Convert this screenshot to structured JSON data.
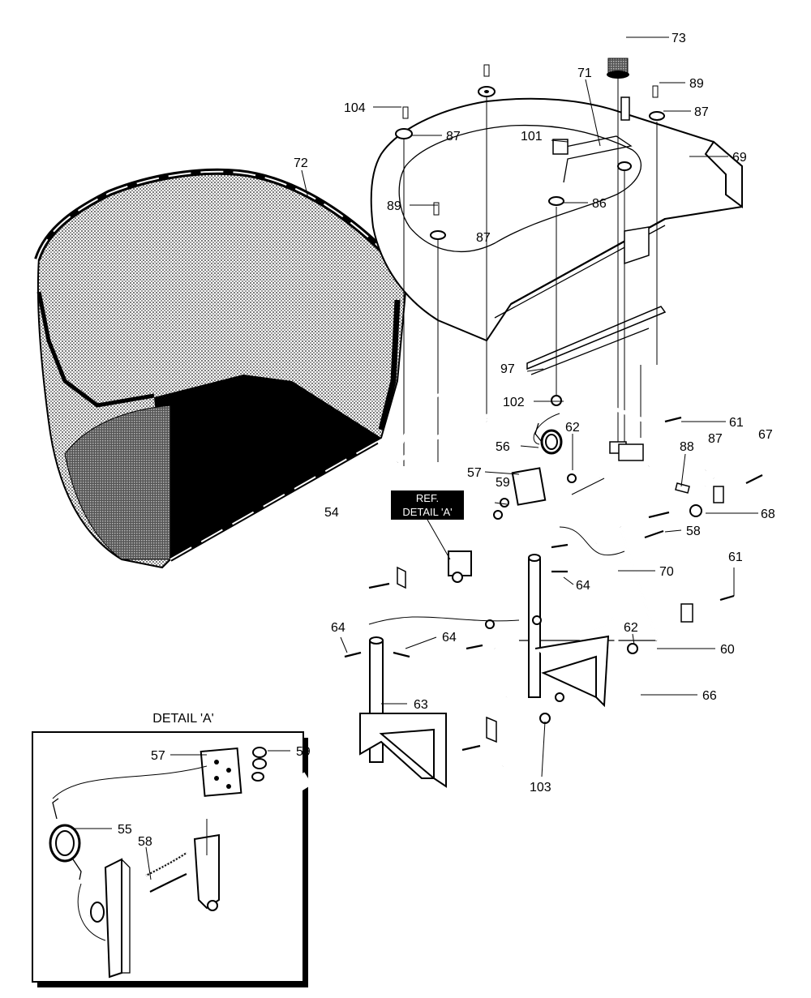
{
  "diagram": {
    "detail_title": "DETAIL 'A'",
    "ref_tag_line1": "REF.",
    "ref_tag_line2": "DETAIL 'A'",
    "callouts": {
      "c73": "73",
      "c71": "71",
      "c89a": "89",
      "c87a": "87",
      "c104": "104",
      "c87b": "87",
      "c101": "101",
      "c72": "72",
      "c69": "69",
      "c89b": "89",
      "c86": "86",
      "c87c": "87",
      "c97": "97",
      "c102": "102",
      "c62a": "62",
      "c61a": "61",
      "c87d": "87",
      "c67": "67",
      "c56": "56",
      "c88": "88",
      "c57a": "57",
      "c59a": "59",
      "c68": "68",
      "c54": "54",
      "c58a": "58",
      "c70": "70",
      "c64a": "64",
      "c61b": "61",
      "c64b": "64",
      "c64c": "64",
      "c62b": "62",
      "c60": "60",
      "c66": "66",
      "c63": "63",
      "c103": "103",
      "c57b": "57",
      "c59b": "59",
      "c55": "55",
      "c58b": "58"
    }
  }
}
